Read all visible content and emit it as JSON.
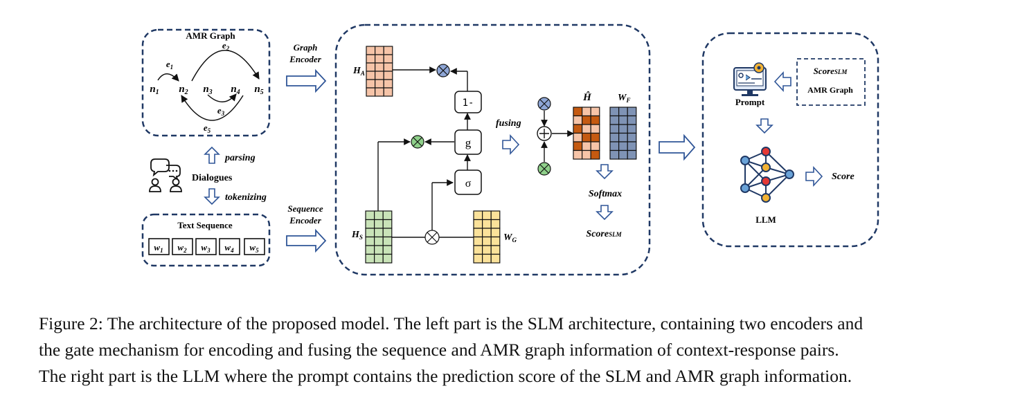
{
  "graph_box": {
    "title": "AMR Graph",
    "nodes": [
      "n1",
      "n2",
      "n3",
      "n4",
      "n5"
    ],
    "edges": [
      "e1",
      "e2",
      "e3",
      "e5"
    ]
  },
  "text_box": {
    "title": "Text Sequence",
    "tokens": [
      "w1",
      "w2",
      "w3",
      "w4",
      "w5"
    ]
  },
  "dialogues_label": "Dialogues",
  "parsing_label": "parsing",
  "tokenizing_label": "tokenizing",
  "graph_encoder_label": [
    "Graph",
    "Encoder"
  ],
  "sequence_encoder_label": [
    "Sequence",
    "Encoder"
  ],
  "slm": {
    "ha": "H_A",
    "hs": "H_S",
    "wg": "W_G",
    "one_minus": "1-",
    "gate": "g",
    "sigma": "σ",
    "fusing": "fusing",
    "h_hat": "Ĥ",
    "wf": "W_F",
    "softmax": "Softmax",
    "score_slm": "Score_SLM"
  },
  "llm_box": {
    "prompt_label": "Prompt",
    "prompt_inputs": [
      "Score_SLM",
      "AMR Graph"
    ],
    "llm_label": "LLM",
    "score_label": "Score"
  },
  "caption_lines": [
    "Figure 2: The architecture of the proposed model. The left part is the SLM architecture, containing two encoders and",
    "the gate mechanism for encoding and fusing the sequence and AMR graph information of context-response pairs.",
    "The right part is the LLM where the prompt contains the prediction score of the SLM and AMR graph information."
  ],
  "colors": {
    "frame": "#1f3864",
    "ha": "#f6c4a8",
    "hs": "#c9e3b8",
    "wg": "#fbe29a",
    "wf": "#7f93b5",
    "h_hat_dark": "#c55a11",
    "h_hat_light": "#f6c4a8",
    "otimes_blue": "#8ea6d6",
    "otimes_green": "#8fd08a"
  }
}
